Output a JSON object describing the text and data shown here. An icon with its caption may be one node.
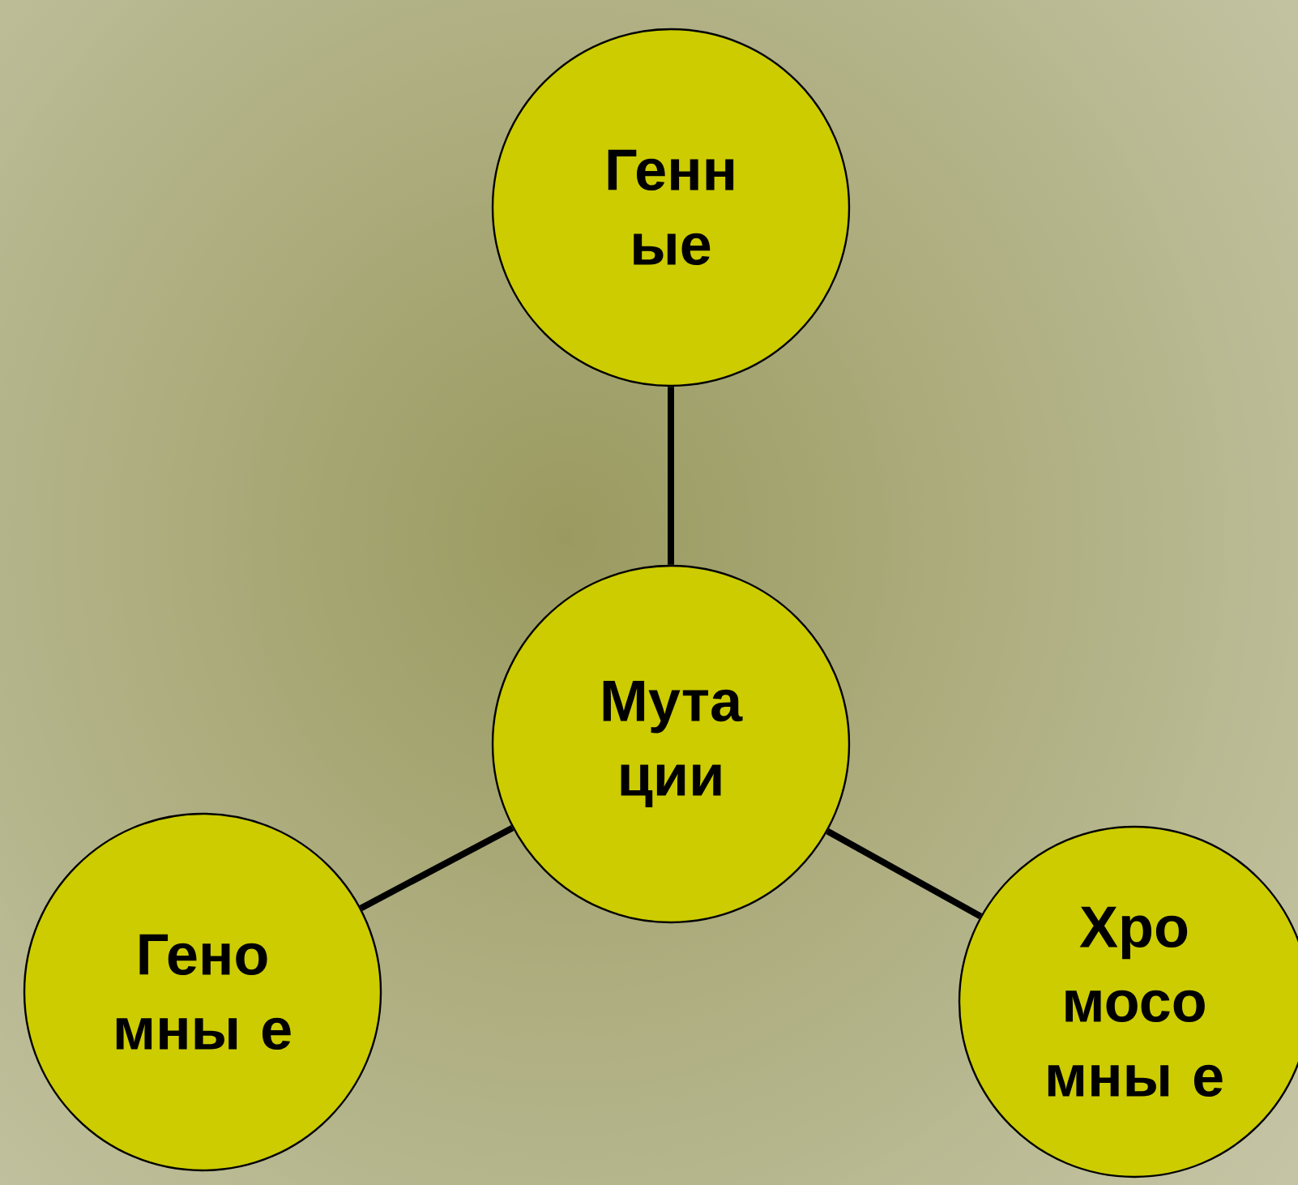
{
  "diagram": {
    "nodes": [
      {
        "text": [
          "Генн ые"
        ]
      },
      {
        "text": [
          "Мута ции"
        ]
      },
      {
        "text": [
          "Гено мны е"
        ]
      },
      {
        "text": [
          "Хро мосо мны е"
        ]
      }
    ],
    "edges": [
      {
        "from": 1,
        "to": 0,
        "arrow": "none"
      },
      {
        "from": 1,
        "to": 2,
        "arrow": "none"
      },
      {
        "from": 1,
        "to": 3,
        "arrow": "none"
      }
    ]
  }
}
